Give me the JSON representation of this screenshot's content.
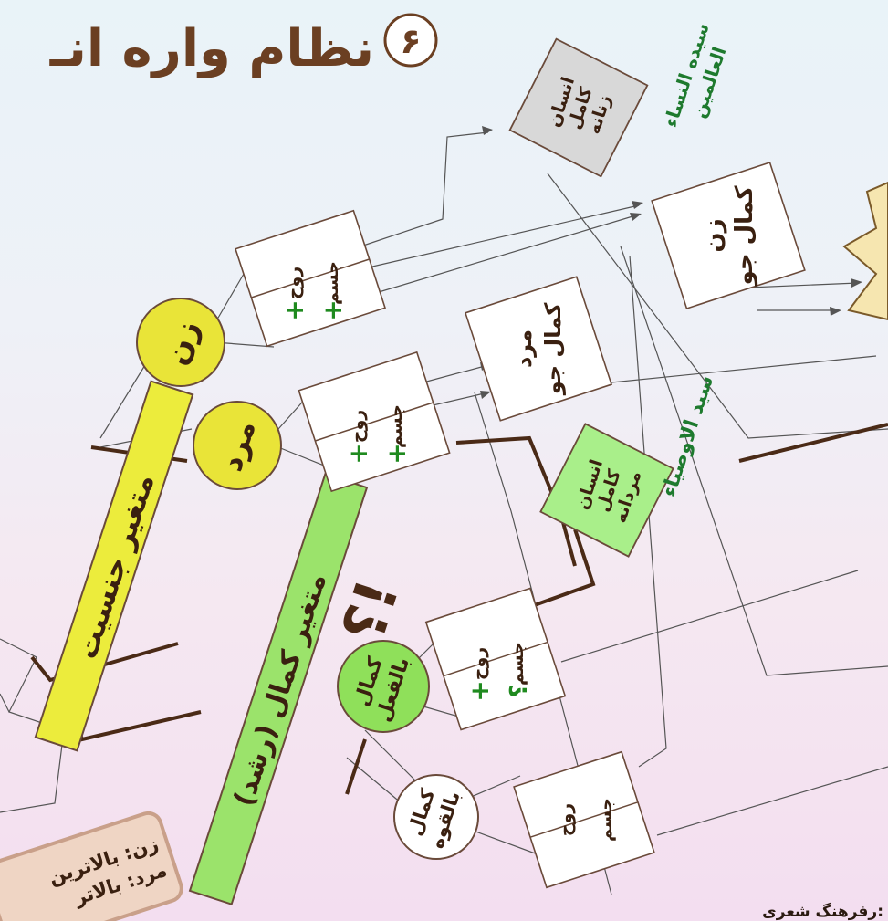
{
  "title": {
    "number": "۶",
    "text": "نظام واره انـ"
  },
  "gender_variable": {
    "label": "متغیر جنسیت"
  },
  "perfection_variable": {
    "label": "متغیر کمال (رشد)"
  },
  "question_mark": "؟!",
  "nodes": {
    "woman": "زن",
    "man": "مرد",
    "actual_perfection": [
      "کمال",
      "بالفعل"
    ],
    "potential_perfection": [
      "کمال",
      "بالقوه"
    ]
  },
  "boxes": {
    "woman_box": {
      "top": "روح",
      "top_sign": "+",
      "bottom": "جسم",
      "bottom_sign": "+"
    },
    "man_box": {
      "top": "روح",
      "top_sign": "+",
      "bottom": "جسم",
      "bottom_sign": "+"
    },
    "actual_box": {
      "top": "روح",
      "top_sign": "+",
      "bottom": "جسم",
      "bottom_sign": "؟"
    },
    "potential_box": {
      "top": "روح",
      "bottom": "جسم"
    }
  },
  "results": {
    "woman_seeker": [
      "زن",
      "کمال جو"
    ],
    "man_seeker": [
      "مرد",
      "کمال جو"
    ],
    "perfect_female": [
      "انسان",
      "کامل",
      "زنانه"
    ],
    "perfect_male": [
      "انسان",
      "کامل",
      "مردانه"
    ]
  },
  "labels": {
    "sayyida": [
      "سیده النساء",
      "العالمین"
    ],
    "sayyid": "سید الاوصیاء"
  },
  "note_box": [
    "زن: بالاترین",
    "مرد: بالاتر"
  ],
  "footer": "رفرهنگ شعری:",
  "colors": {
    "yellow": "#ecec3c",
    "green": "#9be36b",
    "circle_yellow": "#e9e438",
    "circle_green": "#8fe05a",
    "diamond_grey": "#d8d8d8",
    "diamond_green": "#a9ef8a",
    "title_brown": "#6b3f22",
    "plus_green": "#1f8a1f",
    "label_green": "#1e7a2e"
  }
}
